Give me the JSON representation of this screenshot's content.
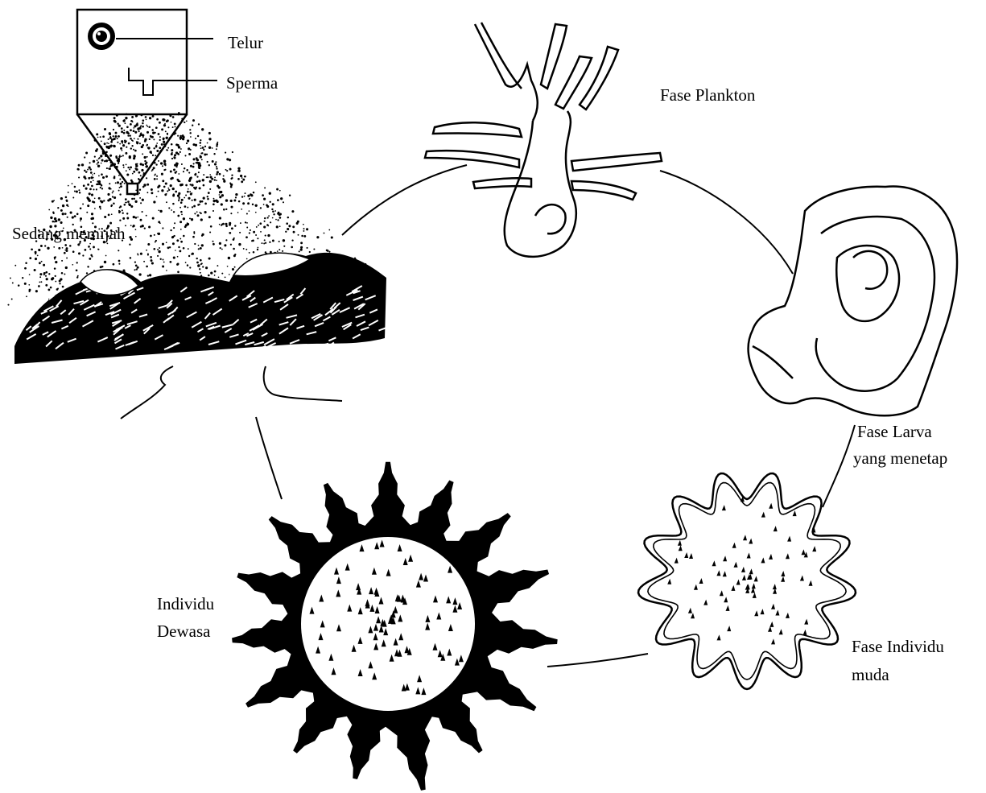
{
  "diagram": {
    "labels": {
      "egg": "Telur",
      "sperm": "Sperma",
      "spawning": "Sedang memijah",
      "plankton_phase": "Fase Plankton",
      "settled_larva_line1": "Fase Larva",
      "settled_larva_line2": "yang menetap",
      "juvenile_line1": "Fase Individu",
      "juvenile_line2": "muda",
      "adult_line1": "Individu",
      "adult_line2": "Dewasa"
    },
    "colors": {
      "ink": "#000000",
      "paper": "#ffffff"
    }
  }
}
